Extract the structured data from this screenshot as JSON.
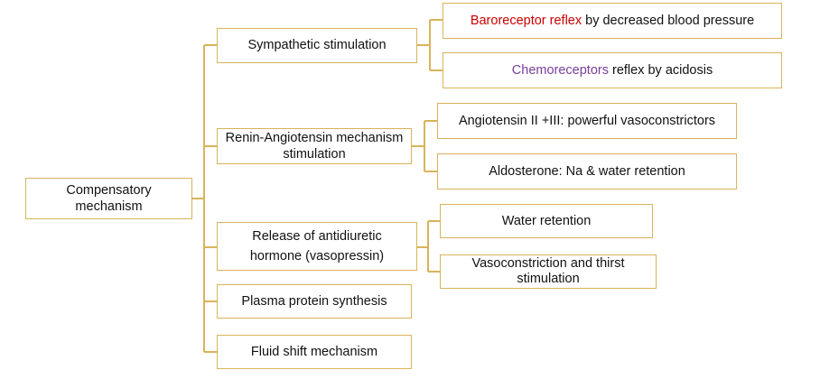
{
  "colors": {
    "border": "#d8b45a",
    "connector": "#d8b45a",
    "highlight_red": "#cc0000",
    "highlight_purple": "#7a3e9d"
  },
  "root": {
    "label_line1": "Compensatory",
    "label_line2": "mechanism"
  },
  "branches": [
    {
      "label": "Sympathetic stimulation",
      "children": [
        {
          "highlight": "Baroreceptor reflex",
          "rest": " by decreased blood pressure"
        },
        {
          "highlight": "Chemoreceptors",
          "rest": " reflex by acidosis"
        }
      ]
    },
    {
      "label_line1": "Renin-Angiotensin mechanism",
      "label_line2": "stimulation",
      "children": [
        {
          "text": "Angiotensin II +III: powerful vasoconstrictors"
        },
        {
          "text": "Aldosterone: Na & water retention"
        }
      ]
    },
    {
      "label_line1": "Release of antidiuretic",
      "label_line2": "hormone (vasopressin)",
      "children": [
        {
          "text": "Water retention"
        },
        {
          "text_line1": "Vasoconstriction and thirst",
          "text_line2": "stimulation"
        }
      ]
    },
    {
      "label": "Plasma protein synthesis"
    },
    {
      "label": "Fluid shift mechanism"
    }
  ]
}
